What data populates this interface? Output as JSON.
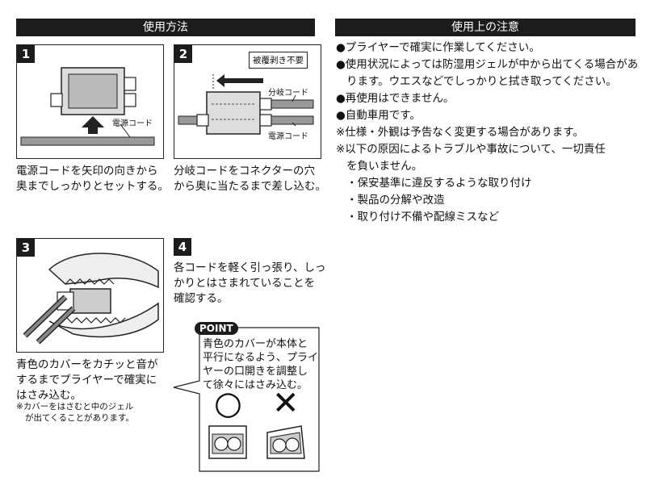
{
  "header": {
    "usage_title": "使用方法",
    "caution_title": "使用上の注意"
  },
  "steps": [
    {
      "number": "1",
      "labels": {
        "power_cord": "電源コード"
      },
      "caption": [
        "電源コードを矢印の向きから",
        "奥までしっかりとセットする。"
      ]
    },
    {
      "number": "2",
      "labels": {
        "no_strip": "被覆剥き不要",
        "branch_cord": "分岐コード",
        "power_cord": "電源コード"
      },
      "caption": [
        "分岐コードをコネクターの穴",
        "から奥に当たるまで差し込む。"
      ]
    },
    {
      "number": "3",
      "caption": [
        "青色のカバーをカチッと音が",
        "するまでプライヤーで確実に",
        "はさみ込む。"
      ],
      "note": [
        "※カバーをはさむと中のジェル",
        "が出てくることがあります。"
      ]
    },
    {
      "number": "4",
      "caption": [
        "各コードを軽く引っ張り、しっ",
        "かりとはさまれていることを",
        "確認する。"
      ]
    }
  ],
  "point": {
    "tag": "POINT",
    "text": [
      "青色のカバーが本体と",
      "平行になるよう、プライ",
      "ヤーの口開きを調整し",
      "て徐々にはさみ込む。"
    ],
    "good_symbol": "○",
    "bad_symbol": "✕"
  },
  "cautions": [
    "●プライヤーで確実に作業してください。",
    "●使用状況によっては防湿用ジェルが中から出てくる場合があ",
    "ります。ウエスなどでしっかりと拭き取ってください。",
    "●再使用はできません。",
    "●自動車用です。",
    "※仕様・外観は予告なく変更する場合があります。",
    "※以下の原因によるトラブルや事故について、一切責任",
    "を負いません。",
    "・保安基準に違反するような取り付け",
    "・製品の分解や改造",
    "・取り付け不備や配線ミスなど"
  ]
}
